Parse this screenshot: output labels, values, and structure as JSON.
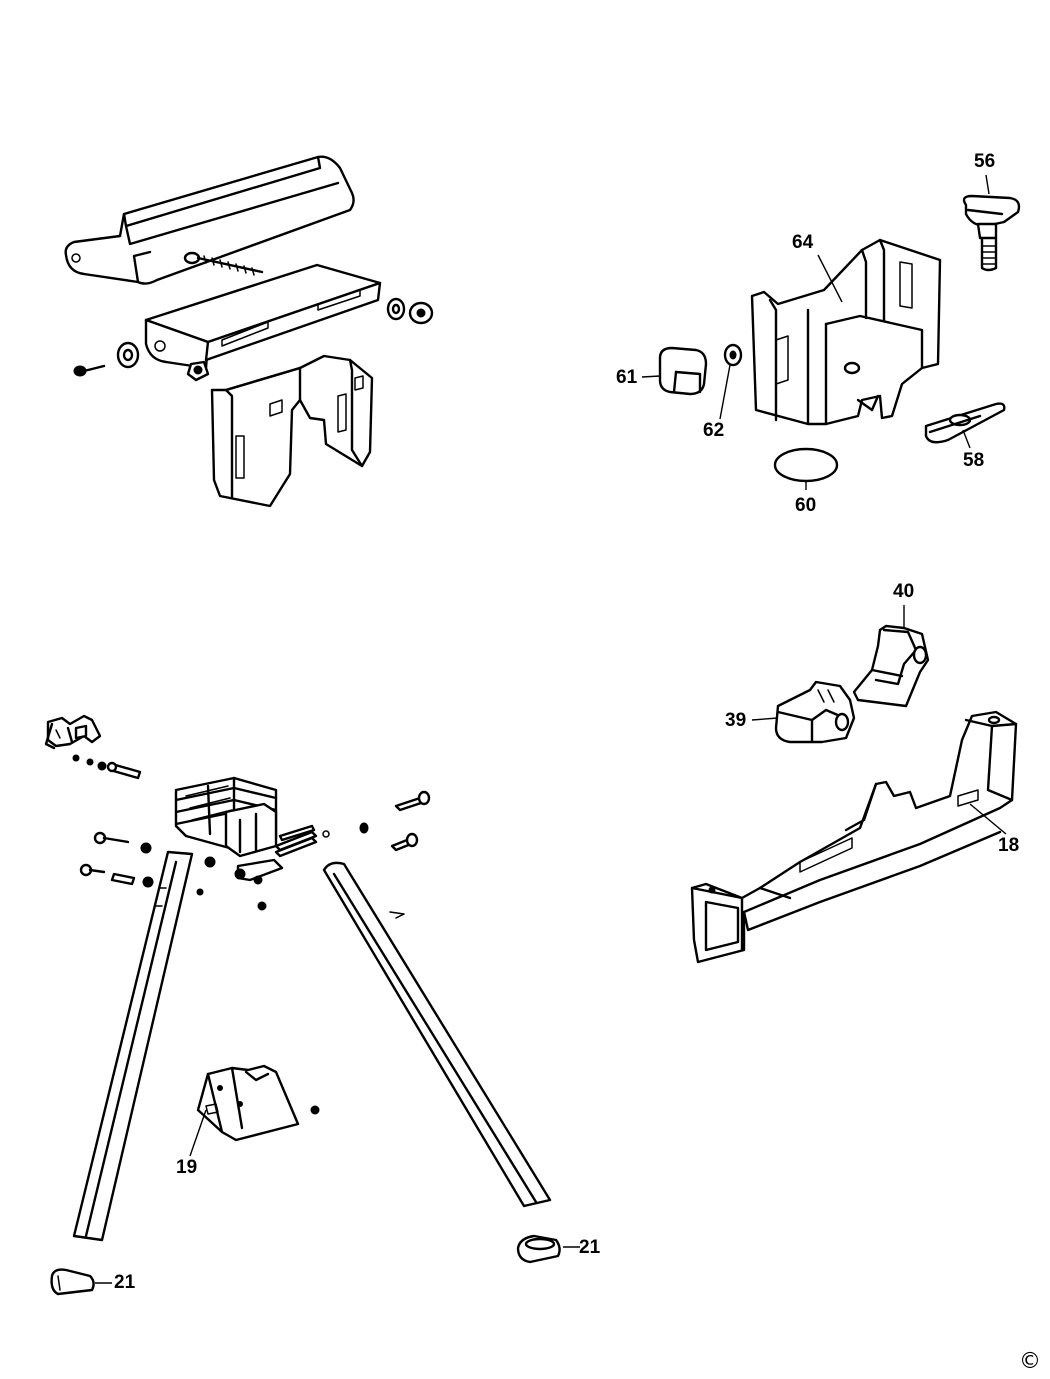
{
  "diagram": {
    "callouts": {
      "c56": "56",
      "c64": "64",
      "c61": "61",
      "c62": "62",
      "c58": "58",
      "c60": "60",
      "c40": "40",
      "c39": "39",
      "c18": "18",
      "c19": "19",
      "c21a": "21",
      "c21b": "21"
    },
    "copyright_symbol": "©",
    "line_color": "#000000",
    "background_color": "#ffffff"
  }
}
